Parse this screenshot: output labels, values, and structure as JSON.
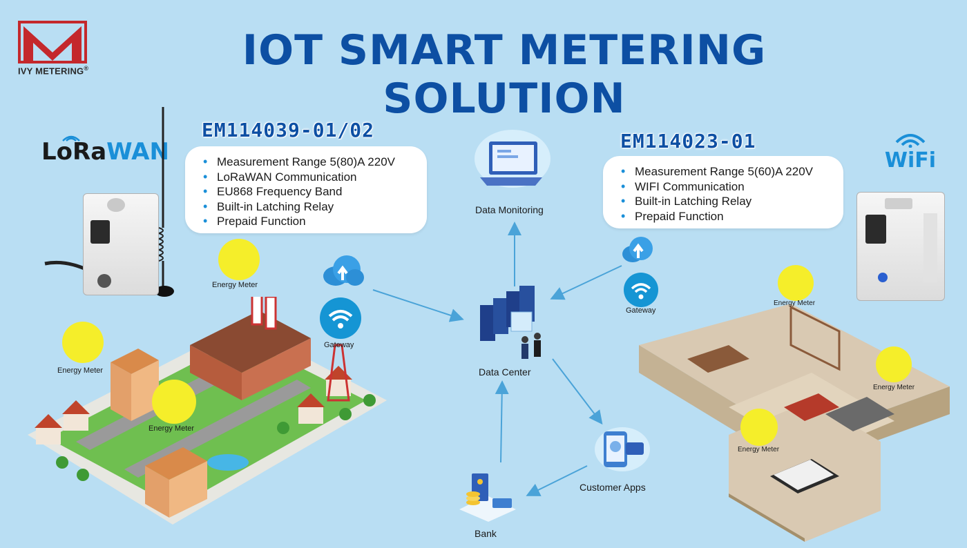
{
  "brand": {
    "name": "IVY METERING",
    "registered": "®",
    "logo_color": "#c4282c"
  },
  "title": "IOT SMART METERING SOLUTION",
  "colors": {
    "title": "#0d4fa3",
    "background": "#b9def3",
    "accent": "#1a8fd8"
  },
  "left_product": {
    "tech_logo": {
      "part1": "LoRa",
      "part2": "WAN"
    },
    "model": "EM114039-01/02",
    "features": [
      "Measurement Range 5(80)A  220V",
      "LoRaWAN Communication",
      "EU868 Frequency Band",
      "Built-in Latching Relay",
      "Prepaid Function"
    ]
  },
  "right_product": {
    "tech_logo": {
      "text": "WiFi"
    },
    "model": "EM114023-01",
    "features": [
      "Measurement Range 5(60)A  220V",
      "WIFI Communication",
      "Built-in Latching Relay",
      "Prepaid Function"
    ]
  },
  "nodes": {
    "data_monitoring": "Data Monitoring",
    "data_center": "Data Center",
    "customer_apps": "Customer Apps",
    "bank": "Bank",
    "gateway_left": "Gateway",
    "gateway_right": "Gateway"
  },
  "energy_meter_labels": [
    "Energy Meter",
    "Energy Meter",
    "Energy Meter",
    "Energy Meter",
    "Energy Meter",
    "Energy Meter"
  ]
}
